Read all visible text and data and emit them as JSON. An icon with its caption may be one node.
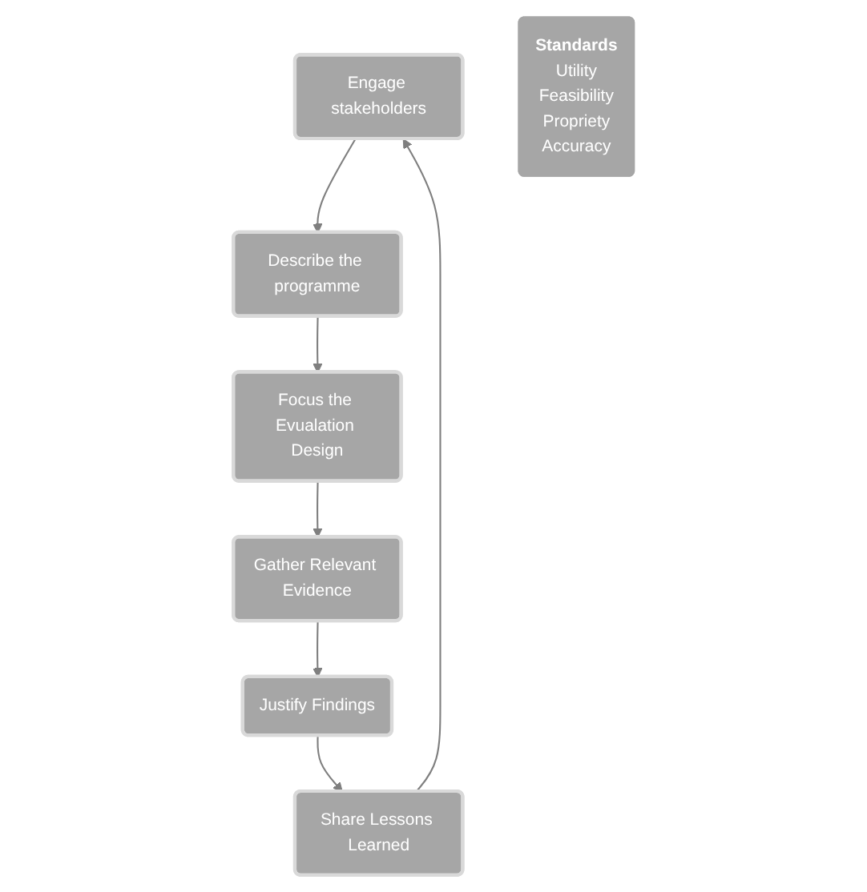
{
  "diagram": {
    "nodes": [
      {
        "text": [
          "Engage stakeholders"
        ]
      },
      {
        "text": [
          "Describe the programme"
        ]
      },
      {
        "text": [
          "Focus the Evualation Design"
        ]
      },
      {
        "text": [
          "Gather Relevant Evidence"
        ]
      },
      {
        "text": [
          "Justify Findings"
        ]
      },
      {
        "text": [
          "Share Lessons Learned"
        ]
      },
      {
        "text": [
          "Standards",
          "Utility",
          "Feasibility",
          "Propriety",
          "Accuracy"
        ]
      }
    ],
    "edges": [
      {
        "from": 0,
        "to": 1,
        "arrow": "to"
      },
      {
        "from": 1,
        "to": 2,
        "arrow": "to"
      },
      {
        "from": 2,
        "to": 3,
        "arrow": "to"
      },
      {
        "from": 3,
        "to": 4,
        "arrow": "to"
      },
      {
        "from": 4,
        "to": 5,
        "arrow": "to"
      },
      {
        "from": 5,
        "to": 0,
        "arrow": "to"
      }
    ]
  }
}
